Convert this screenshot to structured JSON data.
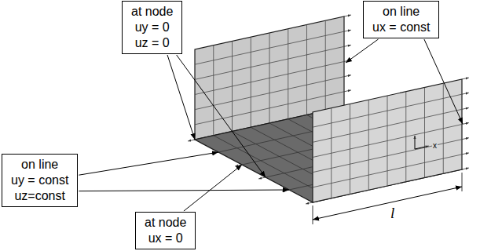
{
  "diagram": {
    "nodes": [
      {
        "text": [
          "at node",
          "uy = 0",
          "uz = 0"
        ]
      },
      {
        "text": [
          "on line",
          "ux = const"
        ]
      },
      {
        "text": [
          "on line",
          "uy = const",
          "uz=const"
        ]
      },
      {
        "text": [
          "at node",
          "ux = 0"
        ]
      }
    ],
    "labels": [
      "l",
      "x"
    ]
  }
}
